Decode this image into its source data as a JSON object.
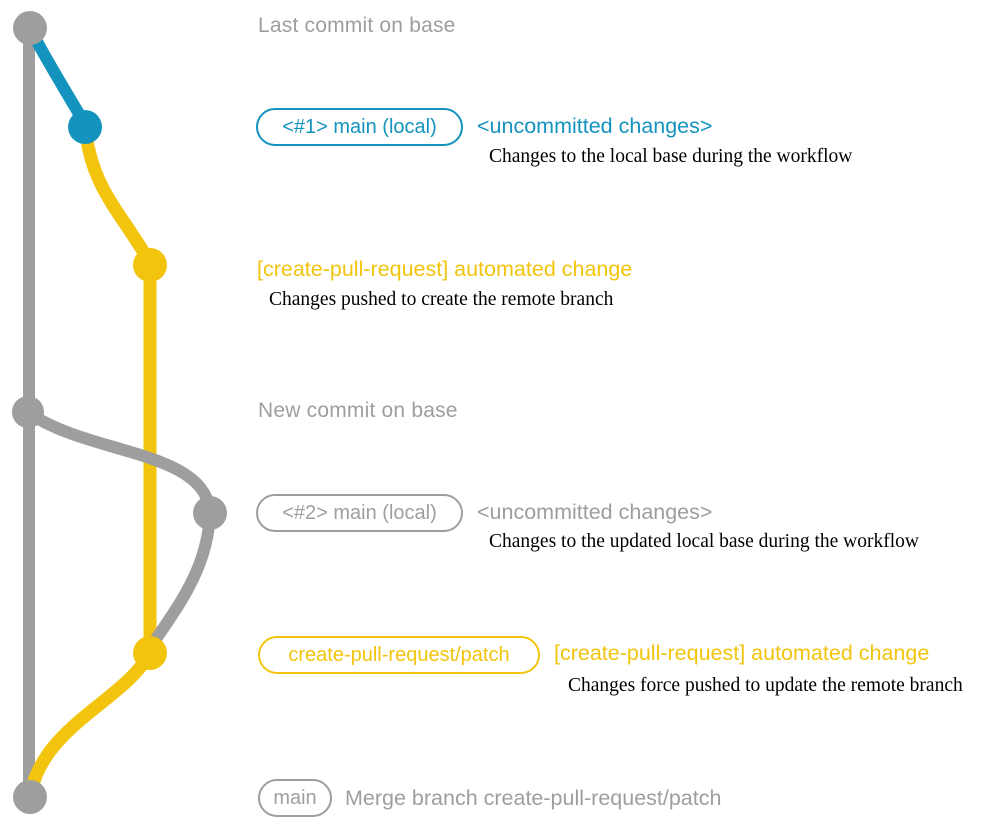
{
  "colors": {
    "base_gray": "#9e9e9e",
    "accent_blue": "#1493bf",
    "accent_yellow": "#f2c40d",
    "note_black": "#000000"
  },
  "annotations": {
    "last_commit_heading": "Last commit on base",
    "new_commit_heading": "New commit on base"
  },
  "rows": {
    "local1": {
      "pill": "<#1> main (local)",
      "title": "<uncommitted changes>",
      "subtitle": "Changes to the local base during the workflow"
    },
    "automated1": {
      "title": "[create-pull-request] automated change",
      "subtitle": "Changes pushed to create the remote branch"
    },
    "local2": {
      "pill": "<#2> main (local)",
      "title": "<uncommitted changes>",
      "subtitle": "Changes to the updated local base during the workflow"
    },
    "automated2": {
      "pill": "create-pull-request/patch",
      "title": "[create-pull-request] automated change",
      "subtitle": "Changes force pushed to update the remote branch"
    },
    "merge": {
      "pill": "main",
      "title": "Merge branch create-pull-request/patch"
    }
  }
}
